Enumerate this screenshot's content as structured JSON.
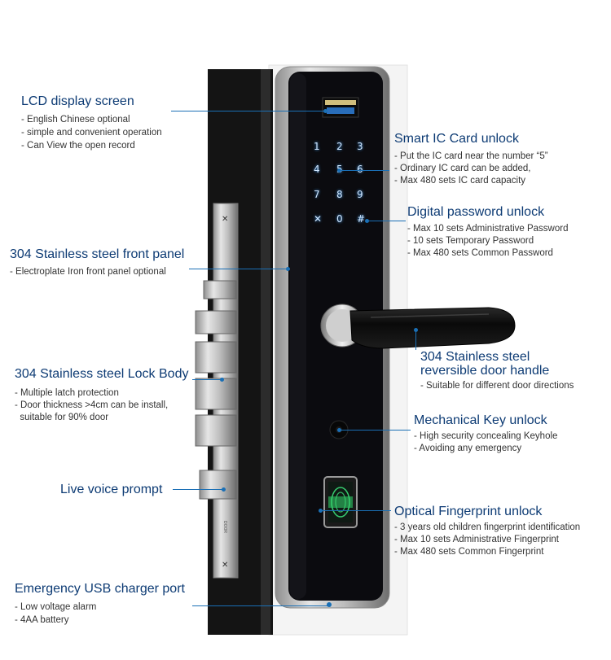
{
  "lcd": {
    "title": "LCD display screen",
    "bullets": [
      "- English Chinese optional",
      "- simple and convenient operation",
      "- Can View the open record"
    ]
  },
  "front_panel": {
    "title": "304 Stainless steel front panel",
    "bullets": [
      "- Electroplate Iron front panel optional"
    ]
  },
  "lock_body": {
    "title": "304 Stainless steel Lock Body",
    "bullets": [
      "- Multiple latch protection",
      "- Door thickness >4cm can be install,",
      "  suitable for 90% door"
    ]
  },
  "voice": {
    "title": "Live voice prompt"
  },
  "usb": {
    "title": "Emergency USB charger port",
    "bullets": [
      "- Low voltage alarm",
      "- 4AA battery"
    ]
  },
  "ic_card": {
    "title": "Smart IC Card unlock",
    "bullets": [
      "- Put the IC card near the number  “5”",
      "- Ordinary IC card can be added,",
      "- Max 480 sets IC card capacity"
    ]
  },
  "password": {
    "title": "Digital password unlock",
    "bullets": [
      "- Max 10 sets Administrative Password",
      "- 10 sets Temporary Password",
      "- Max 480 sets Common Password"
    ]
  },
  "handle": {
    "title_line1": "304 Stainless steel",
    "title_line2": "reversible door handle",
    "bullets": [
      "- Suitable for different door directions"
    ]
  },
  "mech_key": {
    "title": "Mechanical Key unlock",
    "bullets": [
      "- High security concealing Keyhole",
      "- Avoiding any emergency"
    ]
  },
  "fingerprint": {
    "title": "Optical Fingerprint unlock",
    "bullets": [
      "- 3 years old children fingerprint identification",
      "- Max 10 sets Administrative Fingerprint",
      "- Max 480 sets Common Fingerprint"
    ]
  },
  "keypad": [
    "1",
    "2",
    "3",
    "4",
    "5",
    "6",
    "7",
    "8",
    "9",
    "✕",
    "0",
    "#"
  ],
  "colors": {
    "title": "#0d3b74",
    "leader": "#1a6fb5",
    "panel": "#0b0b0f"
  }
}
